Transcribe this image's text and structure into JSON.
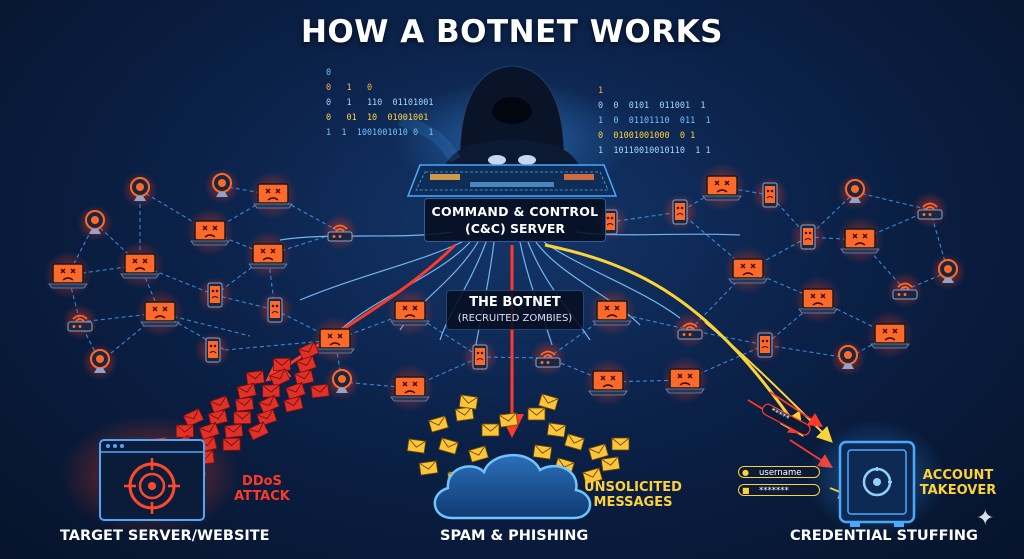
{
  "title": "HOW A BOTNET WORKS",
  "cc_server": {
    "line1": "COMMAND & CONTROL",
    "line2": "(C&C) SERVER"
  },
  "botnet": {
    "line1": "THE BOTNET",
    "line2": "(RECRUITED ZOMBIES)"
  },
  "attacks": {
    "ddos": {
      "label_line1": "DDoS",
      "label_line2": "ATTACK",
      "target": "TARGET SERVER/WEBSITE"
    },
    "spam": {
      "label_line1": "UNSOLICITED",
      "label_line2": "MESSAGES",
      "target": "SPAM & PHISHING"
    },
    "credential": {
      "label_line1": "ACCOUNT",
      "label_line2": "TAKEOVER",
      "target": "CREDENTIAL STUFFING",
      "username_field": "username",
      "password_field": "*******",
      "stream_password": "*****"
    }
  },
  "binary_left": [
    "0",
    "0   1   0",
    "0   1   110  01101001",
    "0   01  10  01001001",
    "1  1  1001001010 0  1"
  ],
  "binary_right": [
    "1",
    "0  0  0101  011001  1",
    "1  0  01101110  011  1",
    "0  01001001000  0 1",
    "1  10110010010110  1 1"
  ],
  "colors": {
    "background": "#0b2148",
    "link": "#3fa3ff",
    "ddos_red": "#ff3a2a",
    "credential_yellow": "#ffd23a",
    "zombie_screen": "#ff6a2a"
  },
  "icons": {
    "zombie": "sad-face-laptop-icon",
    "target": "crosshair-icon",
    "vault": "safe-icon",
    "mail": "envelope-icon",
    "cloud": "cloud-icon"
  }
}
